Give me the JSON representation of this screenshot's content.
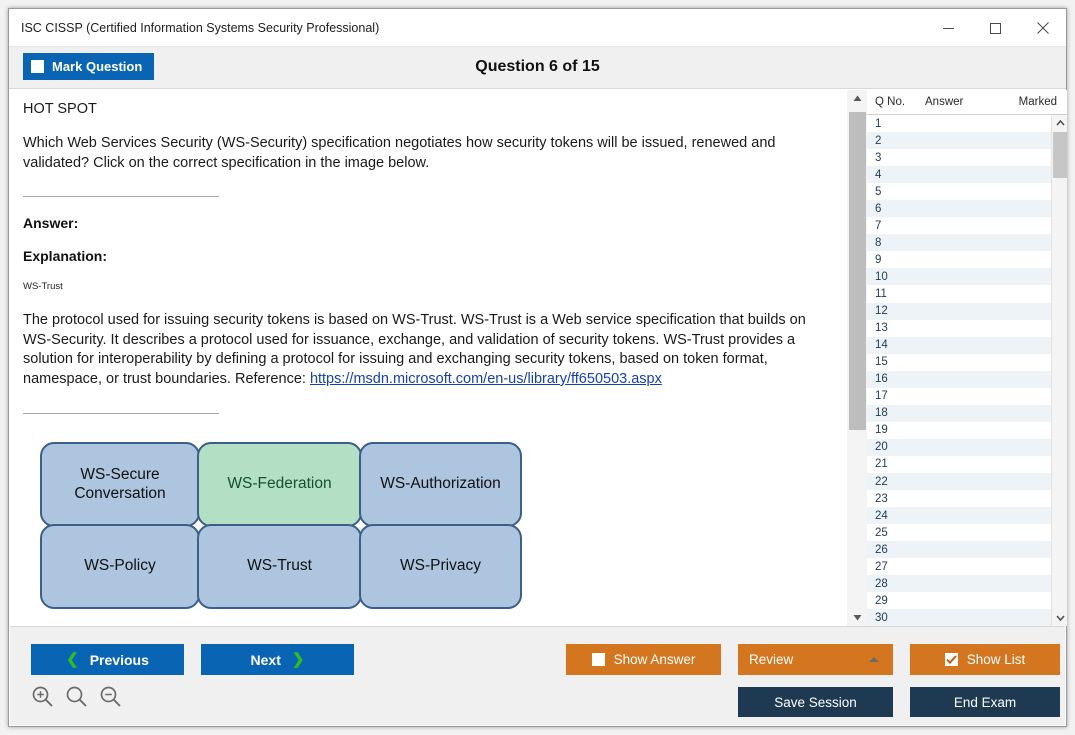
{
  "window": {
    "title": "ISC CISSP (Certified Information Systems Security Professional)",
    "minimize_label": "minimize-icon",
    "maximize_label": "maximize-icon",
    "close_label": "close-icon"
  },
  "header": {
    "mark_question_label": "Mark Question",
    "question_counter": "Question 6 of 15"
  },
  "question": {
    "type_label": "HOT SPOT",
    "prompt": "Which Web Services Security (WS-Security) specification negotiates how security tokens will be issued, renewed and validated? Click on the correct specification in the image below.",
    "answer_label": "Answer:",
    "explanation_label": "Explanation:",
    "answer_value": "WS-Trust",
    "explanation_body": "The protocol used for issuing security tokens is based on WS-Trust. WS-Trust is a Web service specification that builds on WS-Security. It describes a protocol used for issuance, exchange, and validation of security tokens. WS-Trust provides a solution for interoperability by defining a protocol for issuing and exchanging security tokens, based on token format, namespace, or trust boundaries. Reference: ",
    "reference_url": "https://msdn.microsoft.com/en-us/library/ff650503.aspx"
  },
  "hotspot_diagram": {
    "boxes": [
      {
        "label": "WS-Secure Conversation",
        "selected": false
      },
      {
        "label": "WS-Federation",
        "selected": true
      },
      {
        "label": "WS-Authorization",
        "selected": false
      },
      {
        "label": "WS-Policy",
        "selected": false
      },
      {
        "label": "WS-Trust",
        "selected": false
      },
      {
        "label": "WS-Privacy",
        "selected": false
      }
    ],
    "colors": {
      "box_fill": "#aec5e0",
      "box_border": "#3c5f87",
      "selected_fill": "#b3dfc4",
      "selected_text": "#14502c"
    }
  },
  "question_list": {
    "headers": {
      "q_no": "Q No.",
      "answer": "Answer",
      "marked": "Marked"
    },
    "rows": [
      {
        "n": "1",
        "answer": "",
        "marked": ""
      },
      {
        "n": "2",
        "answer": "",
        "marked": ""
      },
      {
        "n": "3",
        "answer": "",
        "marked": ""
      },
      {
        "n": "4",
        "answer": "",
        "marked": ""
      },
      {
        "n": "5",
        "answer": "",
        "marked": ""
      },
      {
        "n": "6",
        "answer": "",
        "marked": ""
      },
      {
        "n": "7",
        "answer": "",
        "marked": ""
      },
      {
        "n": "8",
        "answer": "",
        "marked": ""
      },
      {
        "n": "9",
        "answer": "",
        "marked": ""
      },
      {
        "n": "10",
        "answer": "",
        "marked": ""
      },
      {
        "n": "11",
        "answer": "",
        "marked": ""
      },
      {
        "n": "12",
        "answer": "",
        "marked": ""
      },
      {
        "n": "13",
        "answer": "",
        "marked": ""
      },
      {
        "n": "14",
        "answer": "",
        "marked": ""
      },
      {
        "n": "15",
        "answer": "",
        "marked": ""
      },
      {
        "n": "16",
        "answer": "",
        "marked": ""
      },
      {
        "n": "17",
        "answer": "",
        "marked": ""
      },
      {
        "n": "18",
        "answer": "",
        "marked": ""
      },
      {
        "n": "19",
        "answer": "",
        "marked": ""
      },
      {
        "n": "20",
        "answer": "",
        "marked": ""
      },
      {
        "n": "21",
        "answer": "",
        "marked": ""
      },
      {
        "n": "22",
        "answer": "",
        "marked": ""
      },
      {
        "n": "23",
        "answer": "",
        "marked": ""
      },
      {
        "n": "24",
        "answer": "",
        "marked": ""
      },
      {
        "n": "25",
        "answer": "",
        "marked": ""
      },
      {
        "n": "26",
        "answer": "",
        "marked": ""
      },
      {
        "n": "27",
        "answer": "",
        "marked": ""
      },
      {
        "n": "28",
        "answer": "",
        "marked": ""
      },
      {
        "n": "29",
        "answer": "",
        "marked": ""
      },
      {
        "n": "30",
        "answer": "",
        "marked": ""
      }
    ]
  },
  "footer": {
    "previous_label": "Previous",
    "next_label": "Next",
    "show_answer_label": "Show Answer",
    "review_label": "Review",
    "show_list_label": "Show List",
    "save_session_label": "Save Session",
    "end_exam_label": "End Exam",
    "zoom_in_icon": "zoom-in-icon",
    "zoom_reset_icon": "zoom-reset-icon",
    "zoom_out_icon": "zoom-out-icon",
    "colors": {
      "primary": "#0a64b4",
      "accent": "#d4751f",
      "dark": "#1e3a52",
      "chevron": "#2fbe1e"
    }
  }
}
